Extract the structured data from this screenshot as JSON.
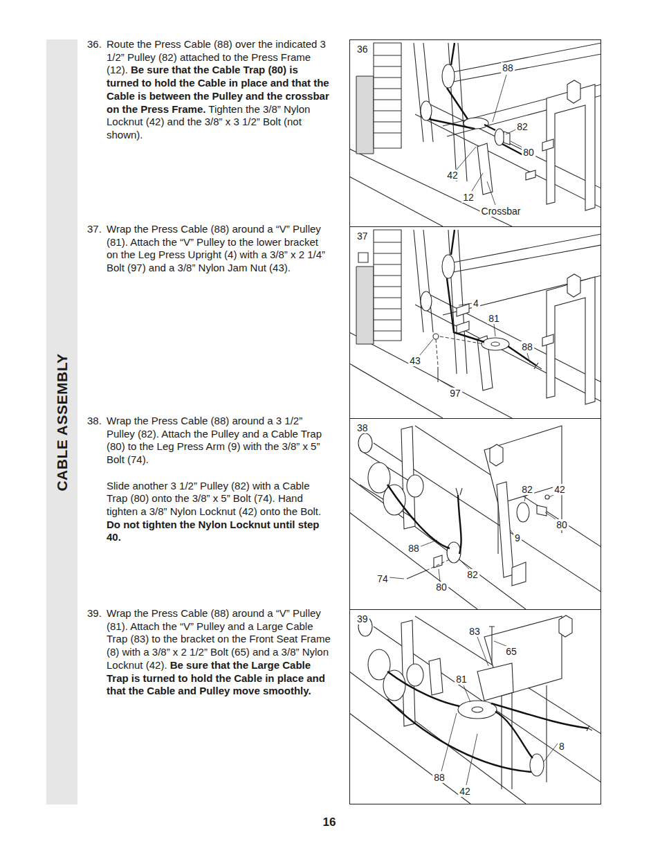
{
  "diagram": {
    "nodes": [
      {
        "text": [
          "CABLE ASSEMBLY"
        ]
      },
      {
        "text": [
          "36"
        ]
      },
      {
        "text": [
          "37"
        ]
      },
      {
        "text": [
          "38"
        ]
      },
      {
        "text": [
          "39"
        ]
      }
    ],
    "labels": [
      "36.",
      "Route the Press Cable (88) over the indicated 3 1/2” Pulley (82) attached to the Press Frame (12).",
      "Be sure that the Cable Trap (80) is turned to hold the Cable in place and that the Cable is between the Pulley and the crossbar on the Press Frame.",
      "Tighten the 3/8” Nylon Locknut (42) and the 3/8” x 3 1/2” Bolt (not shown).",
      "37.",
      "Wrap the Press Cable (88) around a “V” Pulley (81). Attach the “V” Pulley to the lower bracket on the Leg Press Upright (4) with a 3/8” x 2 1/4” Bolt (97) and a 3/8” Nylon Jam Nut (43).",
      "38.",
      "Wrap the Press Cable (88) around a 3 1/2” Pulley (82). Attach the Pulley and a Cable Trap (80) to the Leg Press Arm (9) with the 3/8” x 5” Bolt (74).",
      "Slide another 3 1/2” Pulley (82) with a Cable Trap (80) onto the 3/8” x 5” Bolt (74). Hand tighten a 3/8” Nylon Locknut (42) onto the Bolt.",
      "Do not tighten the Nylon Locknut until step 40.",
      "39.",
      "Wrap the Press Cable (88) around a “V” Pulley (81). Attach the “V” Pulley and a Large Cable Trap (83) to the bracket on the Front Seat Frame (8) with a 3/8” x 2 1/2” Bolt (65) and a 3/8” Nylon Locknut (42).",
      "Be sure that the Large Cable Trap is turned to hold the Cable in place and that the Cable and Pulley move smoothly.",
      "88",
      "82",
      "80",
      "42",
      "12",
      "Crossbar",
      "4",
      "81",
      "88",
      "43",
      "97",
      "82",
      "42",
      "80",
      "9",
      "88",
      "74",
      "82",
      "80",
      "83",
      "65",
      "81",
      "8",
      "88",
      "42",
      "16"
    ]
  }
}
